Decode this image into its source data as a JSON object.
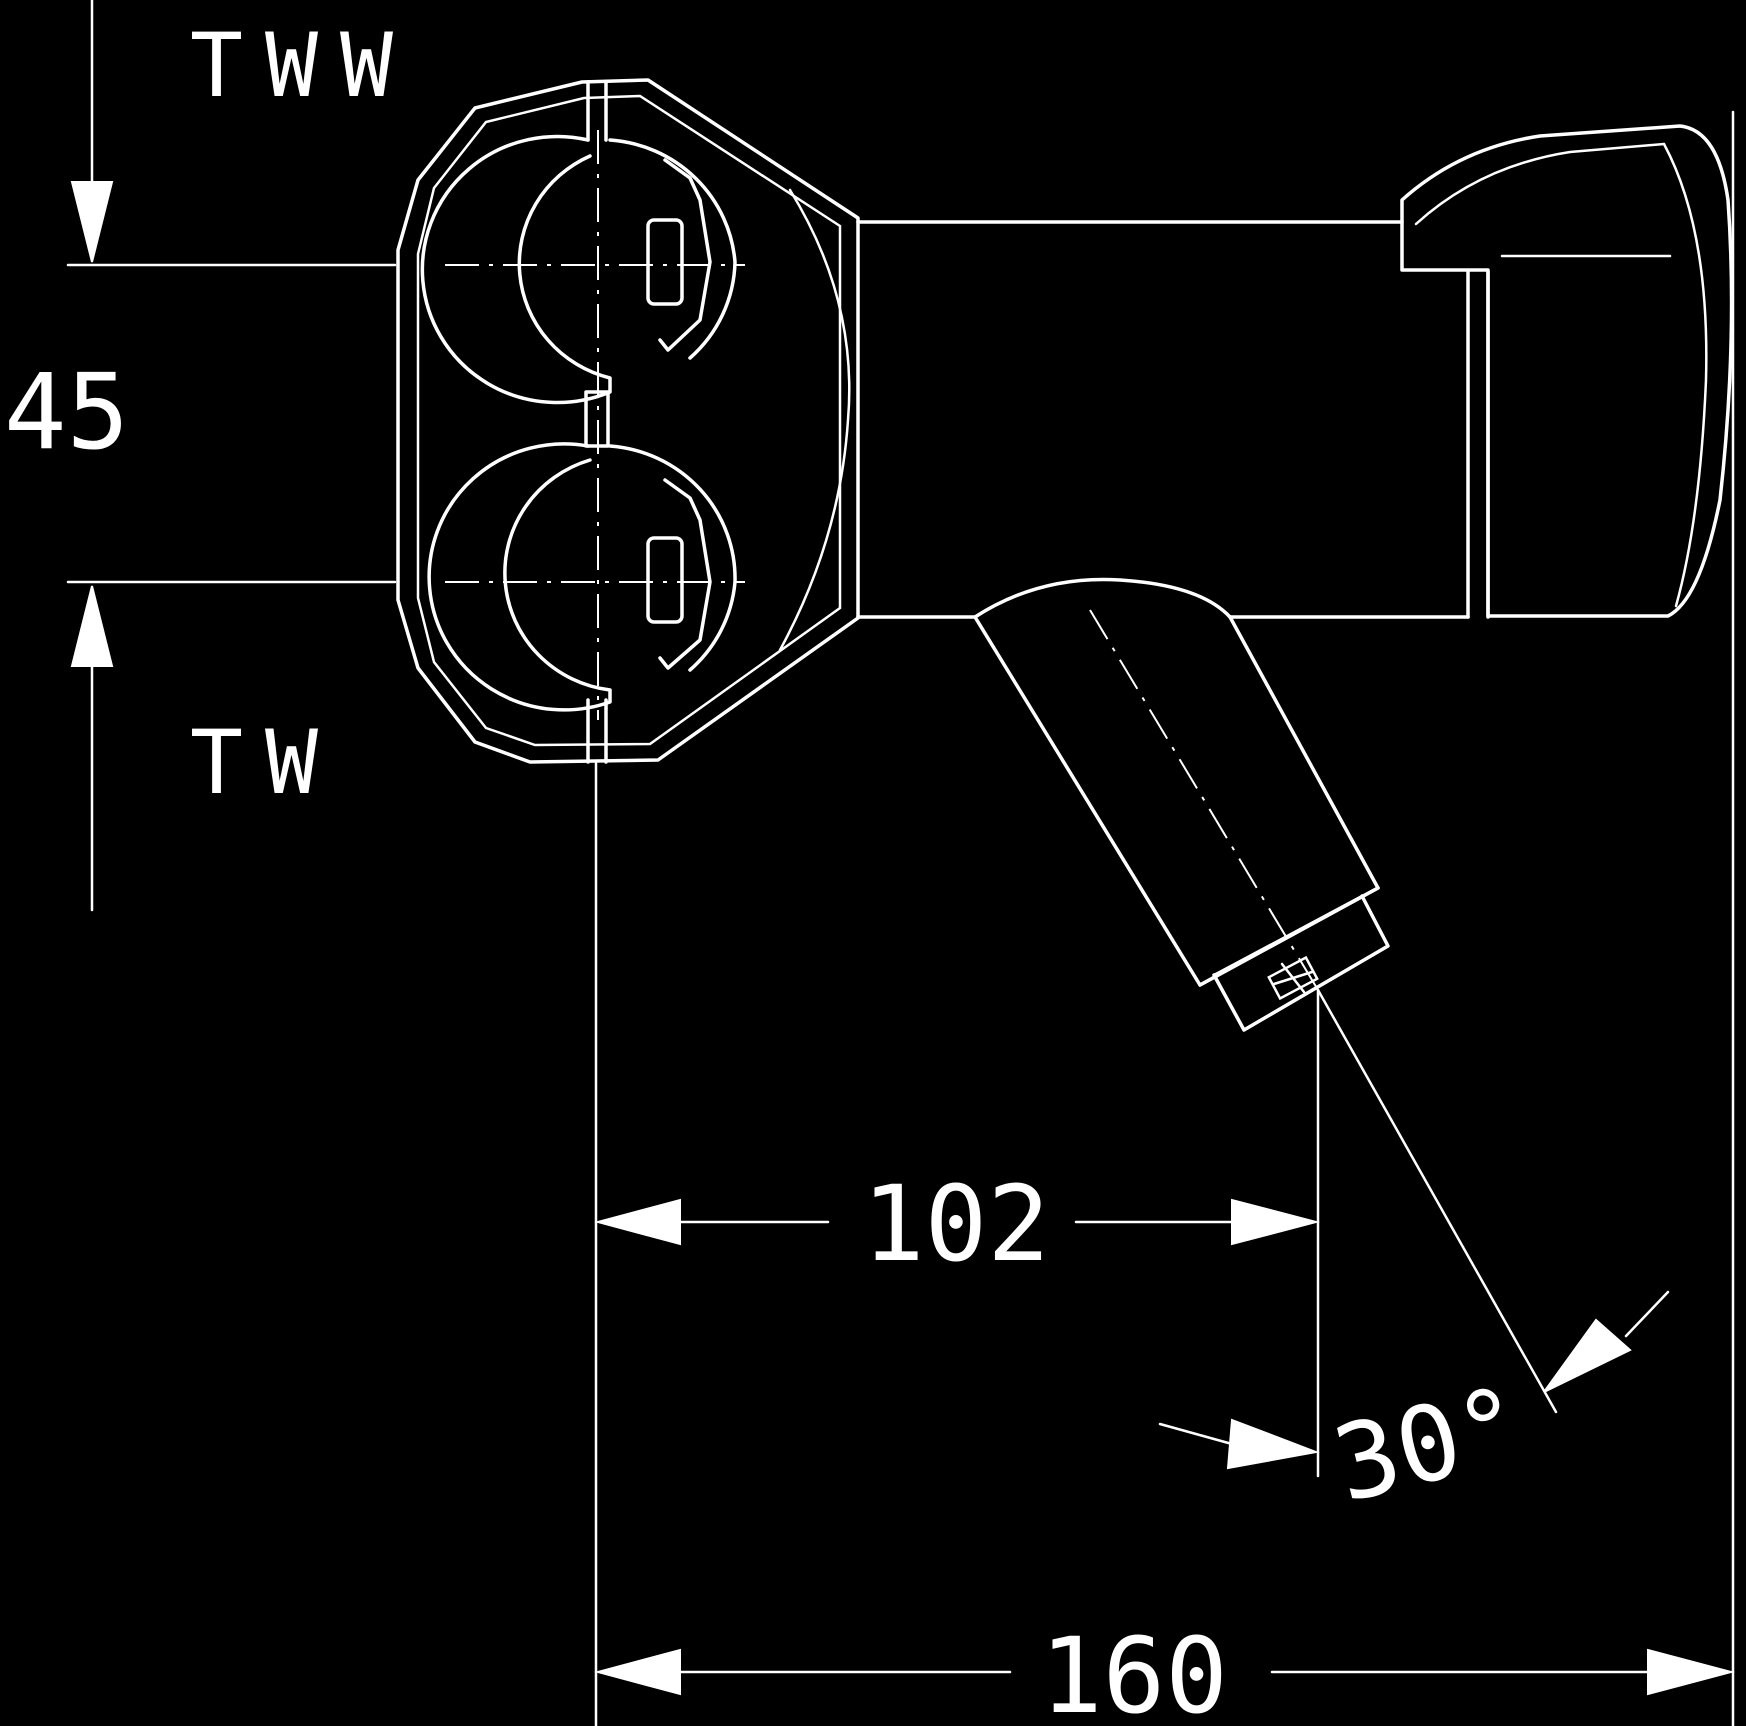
{
  "labels": {
    "tww": "TWW",
    "tw": "TW",
    "dim_45": "45",
    "dim_102": "102",
    "dim_160": "160",
    "angle_30": "30°"
  },
  "colors": {
    "background": "#000000",
    "line": "#ffffff"
  }
}
